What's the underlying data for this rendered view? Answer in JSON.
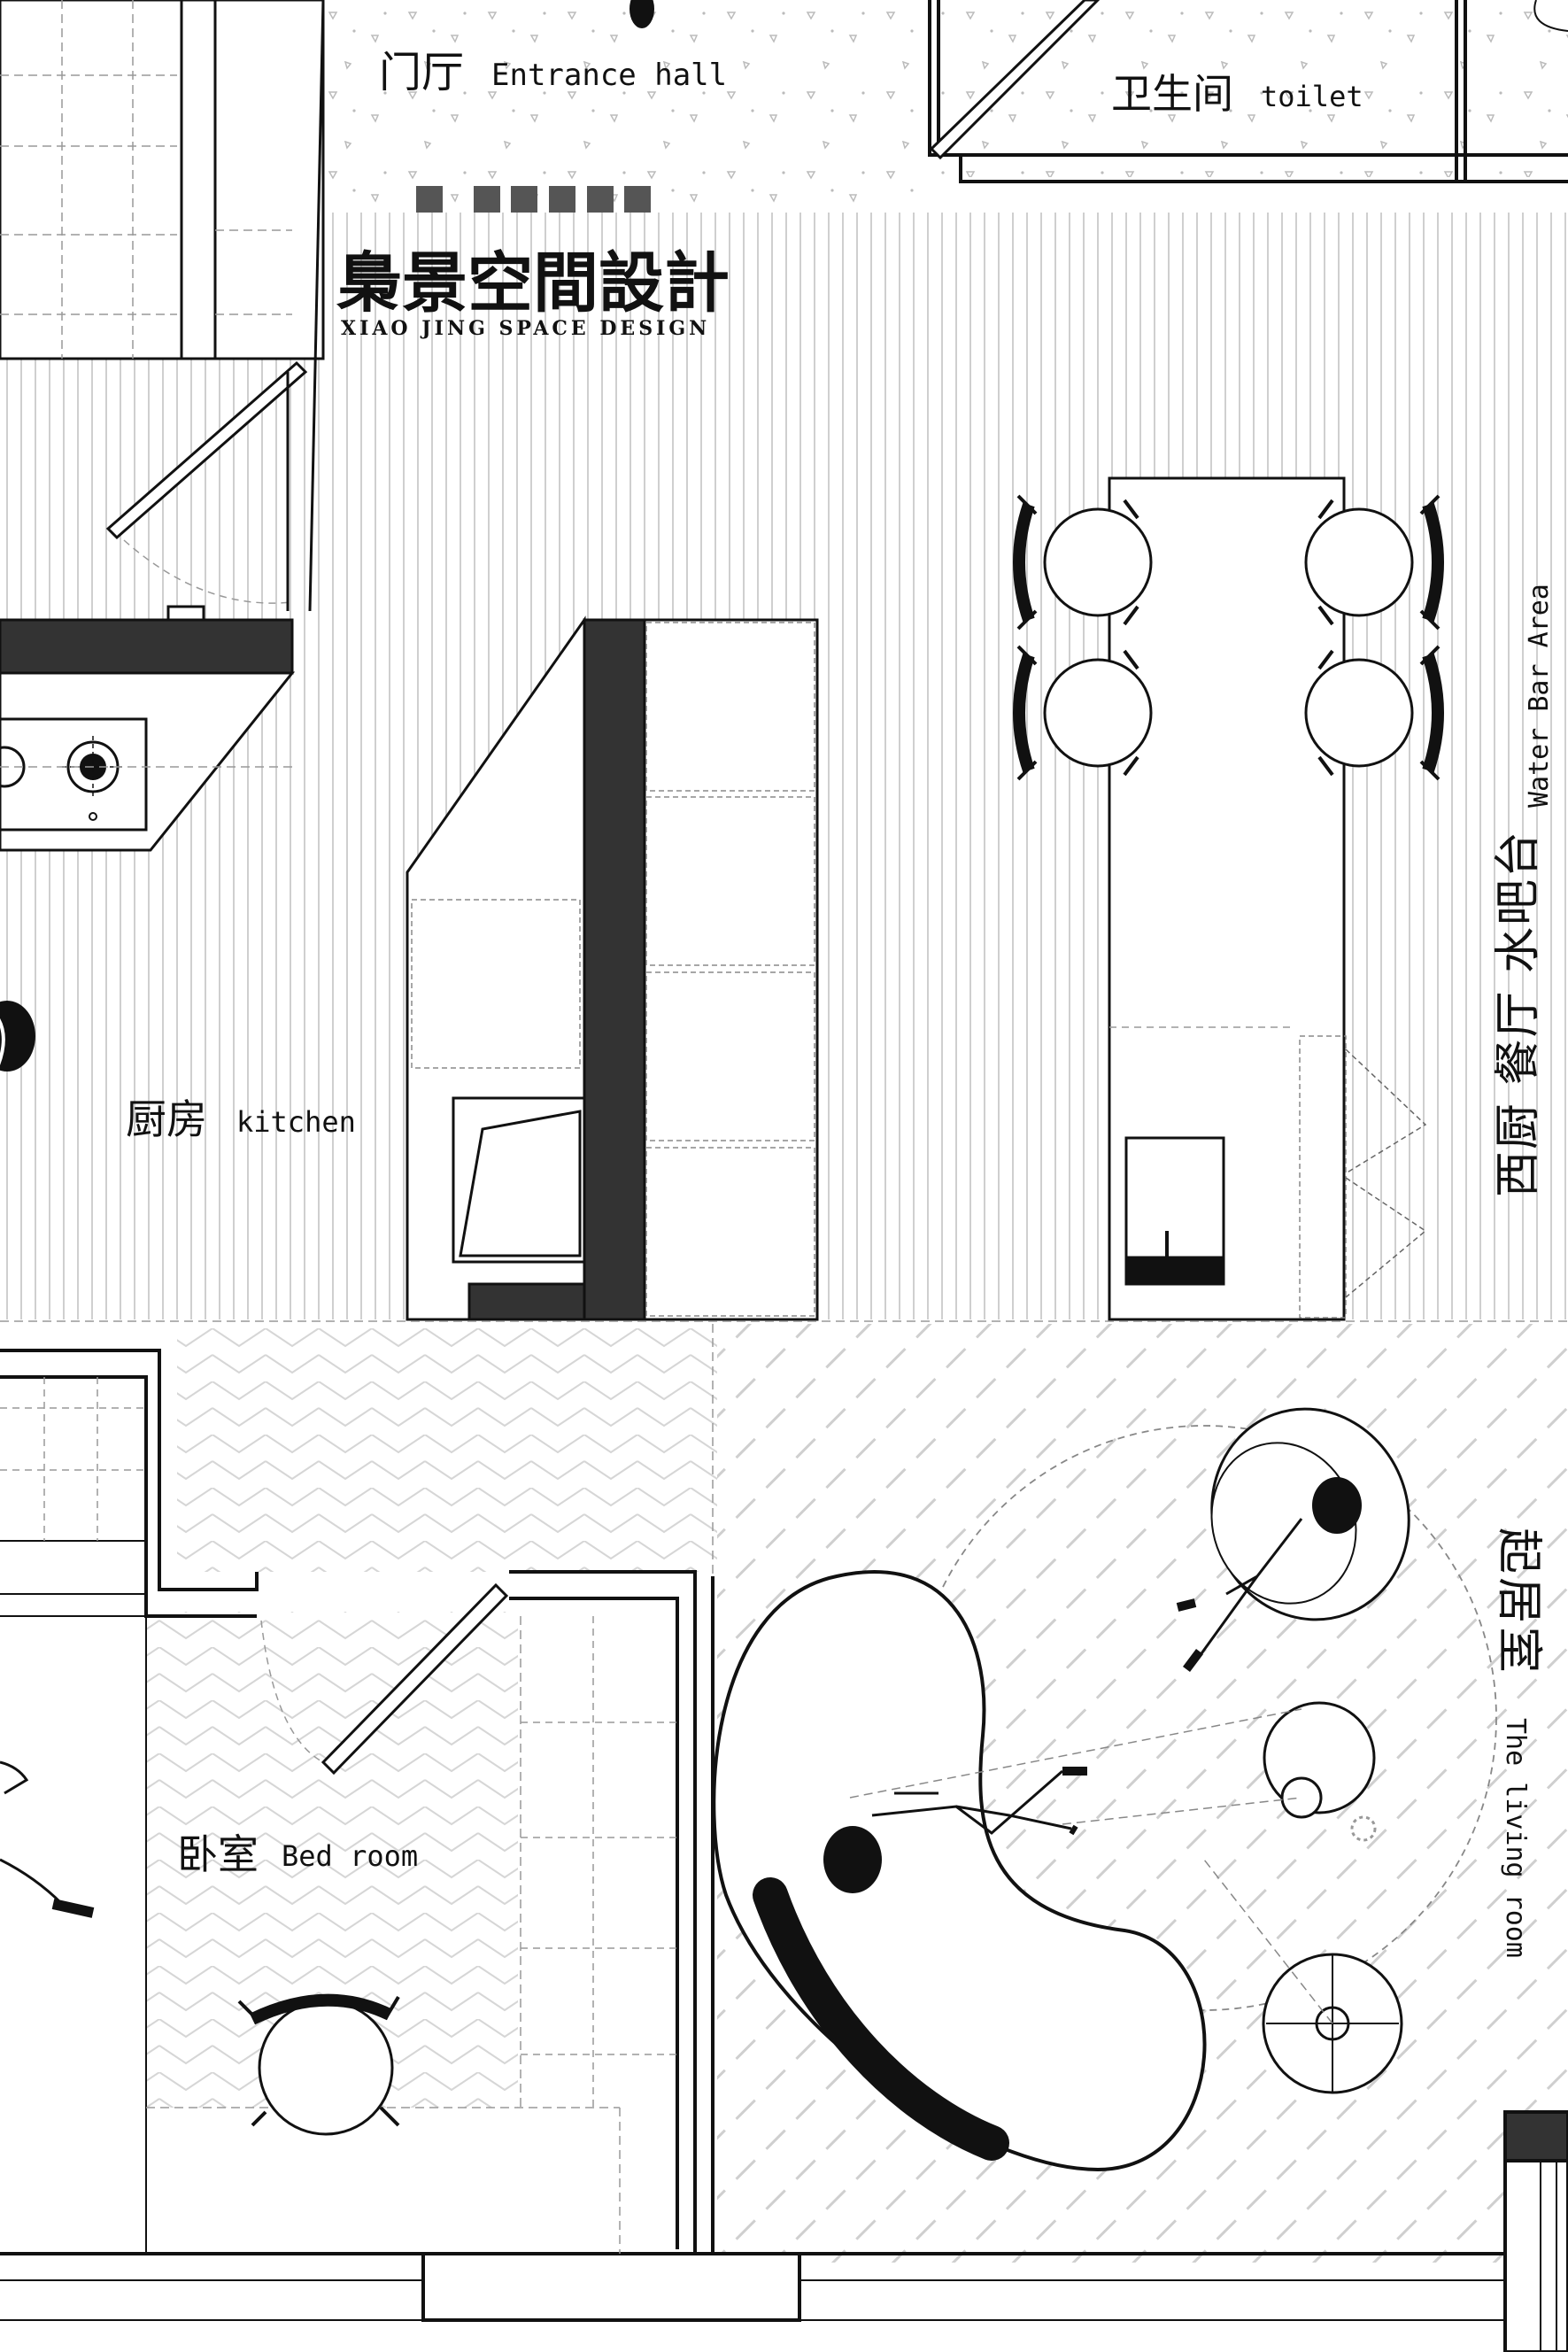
{
  "rooms": {
    "entrance": {
      "zh": "门厅",
      "en": "Entrance hall"
    },
    "toilet": {
      "zh": "卫生间",
      "en": "toilet"
    },
    "kitchen": {
      "zh": "厨房",
      "en": "kitchen"
    },
    "water_bar": {
      "zh": "西厨 餐厅 水吧台",
      "en": "Water Bar Area"
    },
    "living": {
      "zh": "起居室",
      "en": "The living room"
    },
    "bedroom": {
      "zh": "卧室",
      "en": "Bed room"
    }
  },
  "brand": {
    "name_zh": "梟景空間設計",
    "name_en": "XIAO JING SPACE DESIGN"
  },
  "colors": {
    "ink": "#111111",
    "fill_dark": "#333333",
    "hatch": "#c8c8c8",
    "paper": "#ffffff"
  }
}
